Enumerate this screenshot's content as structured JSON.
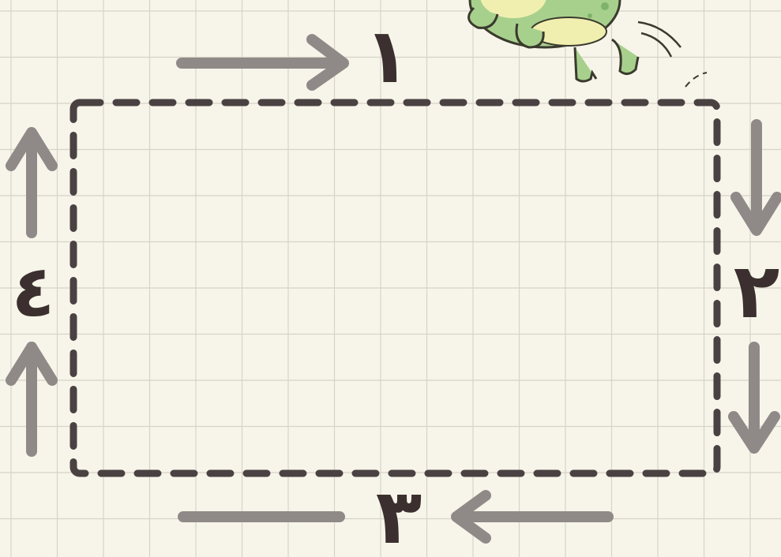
{
  "numerals": {
    "top": "١",
    "right": "٢",
    "bottom": "٣",
    "left": "٤"
  },
  "colors": {
    "paper": "#f7f5ea",
    "grid": "#d6d4c8",
    "dashed_path": "#4a4242",
    "arrow": "#8f8a88",
    "numeral": "#3c2f2f",
    "frog_green": "#a8d08d",
    "frog_belly": "#f1efb0"
  },
  "icons": {
    "top": "arrow-right-icon",
    "right": "arrow-down-icon",
    "bottom": "arrow-left-icon",
    "left": "arrow-up-icon",
    "character": "frog-icon"
  }
}
